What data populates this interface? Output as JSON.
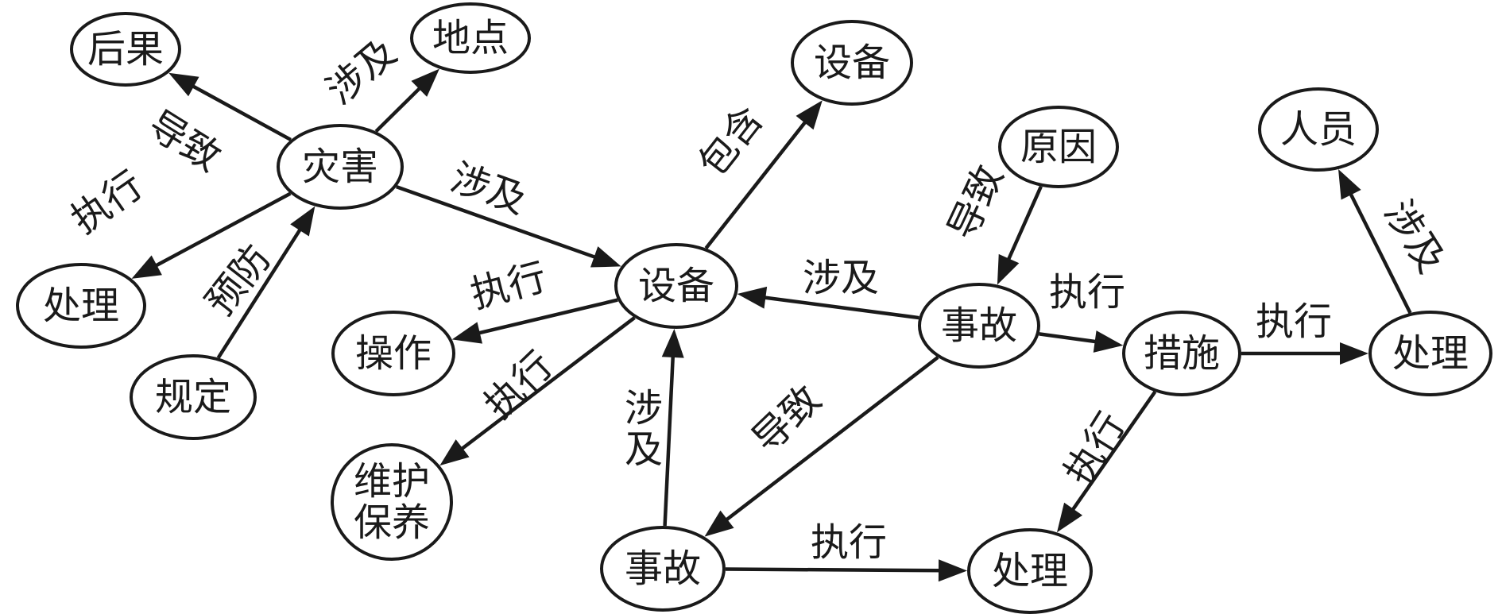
{
  "diagram": {
    "nodes": [
      {
        "id": "n_houguo",
        "lines": [
          "后果"
        ]
      },
      {
        "id": "n_didian",
        "lines": [
          "地点"
        ]
      },
      {
        "id": "n_zaihai",
        "lines": [
          "灾害"
        ]
      },
      {
        "id": "n_chuli1",
        "lines": [
          "处理"
        ]
      },
      {
        "id": "n_guiding",
        "lines": [
          "规定"
        ]
      },
      {
        "id": "n_shebei_top",
        "lines": [
          "设备"
        ]
      },
      {
        "id": "n_shebei",
        "lines": [
          "设备"
        ]
      },
      {
        "id": "n_caozuo",
        "lines": [
          "操作"
        ]
      },
      {
        "id": "n_weihu",
        "lines": [
          "维护",
          "保养"
        ]
      },
      {
        "id": "n_yuanyin",
        "lines": [
          "原因"
        ]
      },
      {
        "id": "n_shigu1",
        "lines": [
          "事故"
        ]
      },
      {
        "id": "n_cuoshi",
        "lines": [
          "措施"
        ]
      },
      {
        "id": "n_renyuan",
        "lines": [
          "人员"
        ]
      },
      {
        "id": "n_chuli_right",
        "lines": [
          "处理"
        ]
      },
      {
        "id": "n_shigu2",
        "lines": [
          "事故"
        ]
      },
      {
        "id": "n_chuli_bottom",
        "lines": [
          "处理"
        ]
      }
    ],
    "edges": [
      {
        "id": "e1",
        "from": "n_zaihai",
        "to": "n_houguo",
        "label": "导致"
      },
      {
        "id": "e2",
        "from": "n_zaihai",
        "to": "n_didian",
        "label": "涉及"
      },
      {
        "id": "e3",
        "from": "n_zaihai",
        "to": "n_chuli1",
        "label": "执行"
      },
      {
        "id": "e4",
        "from": "n_guiding",
        "to": "n_zaihai",
        "label": "预防"
      },
      {
        "id": "e5",
        "from": "n_zaihai",
        "to": "n_shebei",
        "label": "涉及"
      },
      {
        "id": "e6",
        "from": "n_shebei",
        "to": "n_shebei_top",
        "label": "包含"
      },
      {
        "id": "e7",
        "from": "n_shebei",
        "to": "n_caozuo",
        "label": "执行"
      },
      {
        "id": "e8",
        "from": "n_shebei",
        "to": "n_weihu",
        "label": "执行"
      },
      {
        "id": "e9",
        "from": "n_shigu1",
        "to": "n_shebei",
        "label": "涉及"
      },
      {
        "id": "e10",
        "from": "n_yuanyin",
        "to": "n_shigu1",
        "label": "导致"
      },
      {
        "id": "e11",
        "from": "n_shigu1",
        "to": "n_cuoshi",
        "label": "执行"
      },
      {
        "id": "e12",
        "from": "n_shigu1",
        "to": "n_shigu2",
        "label": "导致"
      },
      {
        "id": "e13",
        "from": "n_shigu2",
        "to": "n_shebei",
        "label": "涉及"
      },
      {
        "id": "e14",
        "from": "n_shigu2",
        "to": "n_chuli_bottom",
        "label": "执行"
      },
      {
        "id": "e15",
        "from": "n_cuoshi",
        "to": "n_chuli_bottom",
        "label": "执行"
      },
      {
        "id": "e16",
        "from": "n_cuoshi",
        "to": "n_chuli_right",
        "label": "执行"
      },
      {
        "id": "e17",
        "from": "n_chuli_right",
        "to": "n_renyuan",
        "label": "涉及"
      }
    ]
  }
}
